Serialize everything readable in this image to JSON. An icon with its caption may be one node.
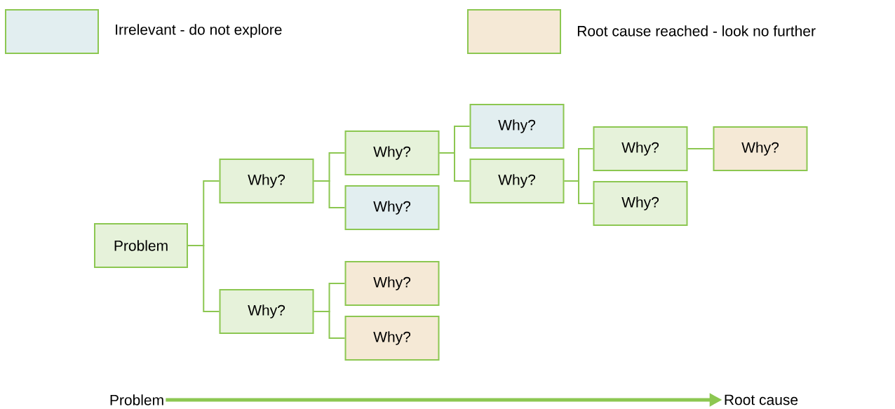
{
  "diagram": {
    "nodes": [
      {
        "text": [
          "Problem"
        ]
      },
      {
        "text": [
          "Why?"
        ]
      },
      {
        "text": [
          "Why?"
        ]
      },
      {
        "text": [
          "Why?"
        ]
      },
      {
        "text": [
          "Why?"
        ]
      },
      {
        "text": [
          "Why?"
        ]
      },
      {
        "text": [
          "Why?"
        ]
      },
      {
        "text": [
          "Why?"
        ]
      },
      {
        "text": [
          "Why?"
        ]
      },
      {
        "text": [
          "Why?"
        ]
      },
      {
        "text": [
          "Why?"
        ]
      },
      {
        "text": [
          "Why?"
        ]
      },
      {
        "text": [
          "Problem"
        ]
      },
      {
        "text": [
          "Root cause"
        ]
      }
    ],
    "edges": [
      {
        "from": 0,
        "to": 1,
        "arrow": "none"
      },
      {
        "from": 0,
        "to": 2,
        "arrow": "none"
      },
      {
        "from": 1,
        "to": 3,
        "arrow": "none"
      },
      {
        "from": 1,
        "to": 4,
        "arrow": "none"
      },
      {
        "from": 2,
        "to": 5,
        "arrow": "none"
      },
      {
        "from": 2,
        "to": 6,
        "arrow": "none"
      },
      {
        "from": 3,
        "to": 7,
        "arrow": "none"
      },
      {
        "from": 3,
        "to": 8,
        "arrow": "none"
      },
      {
        "from": 8,
        "to": 9,
        "arrow": "none"
      },
      {
        "from": 8,
        "to": 10,
        "arrow": "none"
      },
      {
        "from": 9,
        "to": 11,
        "arrow": "none"
      },
      {
        "from": 12,
        "to": 13,
        "arrow": "to",
        "style": "thick"
      }
    ],
    "legend": [
      {
        "text": "Irrelevant - do not explore",
        "color": "#e2eef0"
      },
      {
        "text": "Root cause reached - look no further",
        "color": "#f5e9d6"
      }
    ]
  }
}
